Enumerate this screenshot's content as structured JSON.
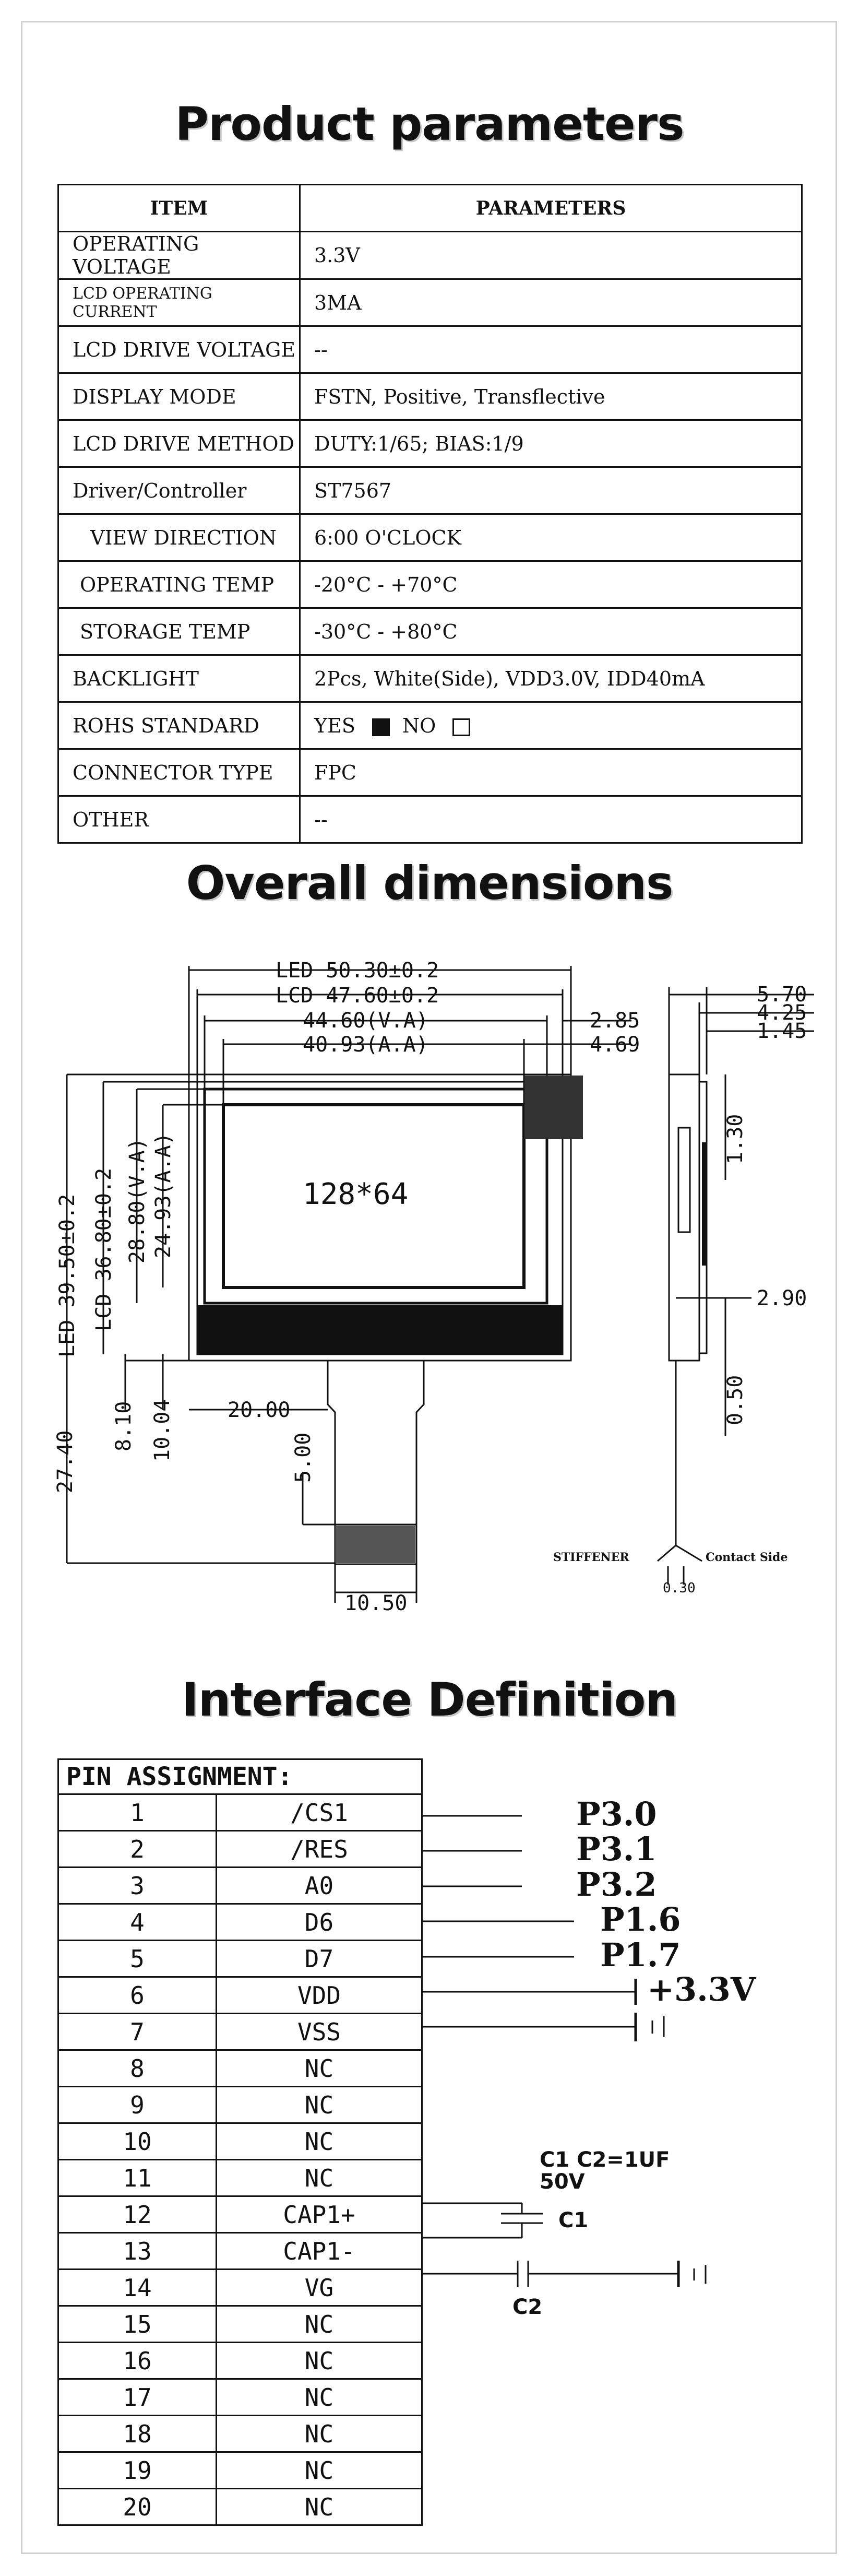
{
  "titles": {
    "params": "Product parameters",
    "dims": "Overall dimensions",
    "interface": "Interface Definition"
  },
  "params": {
    "header_item": "ITEM",
    "header_param": "PARAMETERS",
    "rows": [
      {
        "item": "OPERATING VOLTAGE",
        "value": "3.3V"
      },
      {
        "item": "LCD OPERATING CURRENT",
        "value": "3MA"
      },
      {
        "item": "LCD DRIVE VOLTAGE",
        "value": "--"
      },
      {
        "item": "DISPLAY MODE",
        "value": "FSTN, Positive, Transflective"
      },
      {
        "item": "LCD DRIVE METHOD",
        "value": "DUTY:1/65; BIAS:1/9"
      },
      {
        "item": "Driver/Controller",
        "value": "ST7567"
      },
      {
        "item": "VIEW DIRECTION",
        "value": "6:00 O'CLOCK"
      },
      {
        "item": "OPERATING TEMP",
        "value": "-20°C - +70°C"
      },
      {
        "item": "STORAGE TEMP",
        "value": "-30°C - +80°C"
      },
      {
        "item": "BACKLIGHT",
        "value": "2Pcs, White(Side), VDD3.0V, IDD40mA"
      },
      {
        "item": "ROHS STANDARD",
        "yes": "YES",
        "no": "NO"
      },
      {
        "item": "CONNECTOR TYPE",
        "value": "FPC"
      },
      {
        "item": "OTHER",
        "value": "--"
      }
    ]
  },
  "dims": {
    "led_w": "LED 50.30±0.2",
    "lcd_w": "LCD 47.60±0.2",
    "va_w": "44.60(V.A)",
    "aa_w": "40.93(A.A)",
    "r285": "2.85",
    "r469": "4.69",
    "led_h": "LED 39.50±0.2",
    "lcd_h": "LCD 36.80±0.2",
    "va_h": "28.80(V.A)",
    "aa_h": "24.93(A.A)",
    "d810": "8.10",
    "d1004": "10.04",
    "d2740": "27.40",
    "d2000": "20.00",
    "d500": "5.00",
    "d1050": "10.50",
    "res": "128*64",
    "s570": "5.70",
    "s425": "4.25",
    "s145": "1.45",
    "s130": "1.30",
    "s290": "2.90",
    "s050": "0.50",
    "s030": "0.30",
    "stiffener": "STIFFENER",
    "contact": "Contact Side"
  },
  "pins": {
    "header": "PIN ASSIGNMENT:",
    "rows": [
      {
        "n": "1",
        "name": "/CS1"
      },
      {
        "n": "2",
        "name": "/RES"
      },
      {
        "n": "3",
        "name": "A0"
      },
      {
        "n": "4",
        "name": "D6"
      },
      {
        "n": "5",
        "name": "D7"
      },
      {
        "n": "6",
        "name": "VDD"
      },
      {
        "n": "7",
        "name": "VSS"
      },
      {
        "n": "8",
        "name": "NC"
      },
      {
        "n": "9",
        "name": "NC"
      },
      {
        "n": "10",
        "name": "NC"
      },
      {
        "n": "11",
        "name": "NC"
      },
      {
        "n": "12",
        "name": "CAP1+"
      },
      {
        "n": "13",
        "name": "CAP1-"
      },
      {
        "n": "14",
        "name": "VG"
      },
      {
        "n": "15",
        "name": "NC"
      },
      {
        "n": "16",
        "name": "NC"
      },
      {
        "n": "17",
        "name": "NC"
      },
      {
        "n": "18",
        "name": "NC"
      },
      {
        "n": "19",
        "name": "NC"
      },
      {
        "n": "20",
        "name": "NC"
      }
    ]
  },
  "wiring": {
    "p30": "P3.0",
    "p31": "P3.1",
    "p32": "P3.2",
    "p16": "P1.6",
    "p17": "P1.7",
    "v33": "+3.3V",
    "cap_note1": "C1 C2=1UF",
    "cap_note2": "50V",
    "c1": "C1",
    "c2": "C2"
  }
}
